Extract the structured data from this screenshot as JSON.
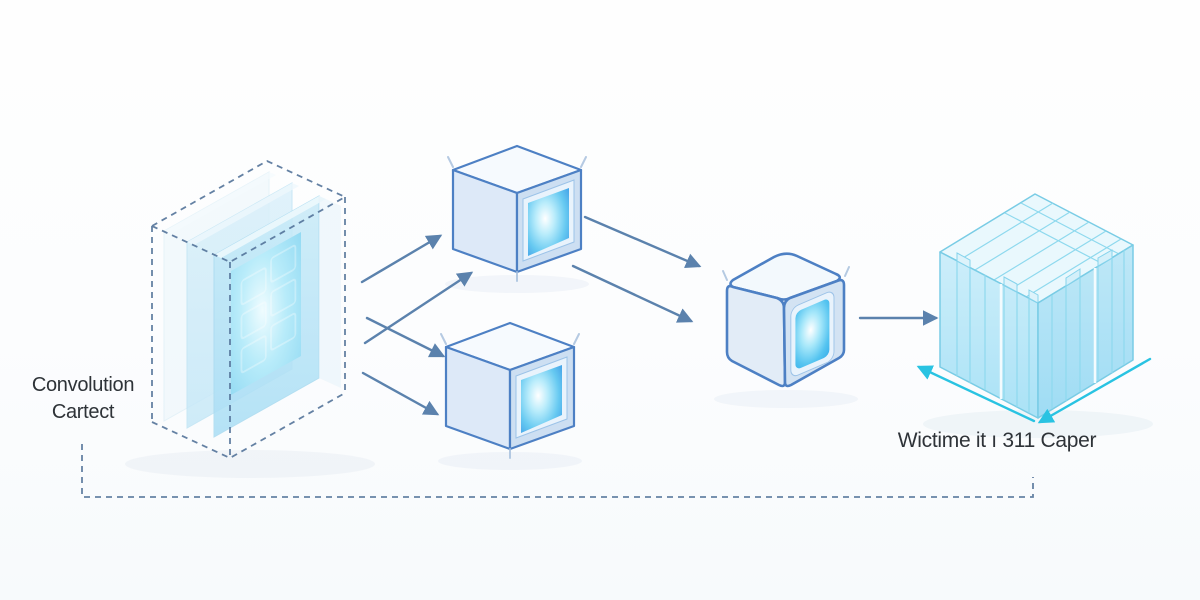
{
  "labels": {
    "input": {
      "line1": "Convolution",
      "line2": "Cartect"
    },
    "output": {
      "text": "Wictime it ı 311 Caper"
    }
  },
  "colors": {
    "arrow": "#5b82ad",
    "dash": "#54749a",
    "cyan": "#29c3e2",
    "text": "#2e3338",
    "cube-outline": "#4d80c4",
    "stack-edge": "#79cce5",
    "glow-center": "#ffffff",
    "glow-cyan": "#66c9f1",
    "glow-blue": "#3e9ae6"
  },
  "nodes": [
    {
      "id": "input-volume",
      "label": "Convolution Cartect",
      "appearance": "translucent stacked glass panels inside a dashed isometric box with inner glowing pattern"
    },
    {
      "id": "conv-cube-top",
      "appearance": "isometric cube with glowing cyan square panel on right face"
    },
    {
      "id": "conv-cube-bottom",
      "appearance": "isometric cube with glowing cyan square panel on right face"
    },
    {
      "id": "merge-cube",
      "appearance": "rounded-top isometric cube with glowing rounded panel"
    },
    {
      "id": "feature-stack",
      "label": "Wictime it ı 311 Caper",
      "appearance": "isometric stack of thin vertical cyan slabs with latticed top"
    }
  ],
  "connections": [
    {
      "from": "input-volume",
      "to": "conv-cube-top",
      "count": 2,
      "style": "solid-arrow"
    },
    {
      "from": "input-volume",
      "to": "conv-cube-bottom",
      "count": 2,
      "style": "solid-arrow"
    },
    {
      "from": "conv-cube-top",
      "to": "merge-cube",
      "count": 2,
      "style": "solid-arrow"
    },
    {
      "from": "merge-cube",
      "to": "feature-stack",
      "count": 1,
      "style": "solid-arrow"
    },
    {
      "from": "input-volume",
      "to": "feature-stack",
      "style": "dashed-elbow-line"
    },
    {
      "target": "feature-stack",
      "style": "cyan-measurement-arrows",
      "count": 2
    }
  ]
}
